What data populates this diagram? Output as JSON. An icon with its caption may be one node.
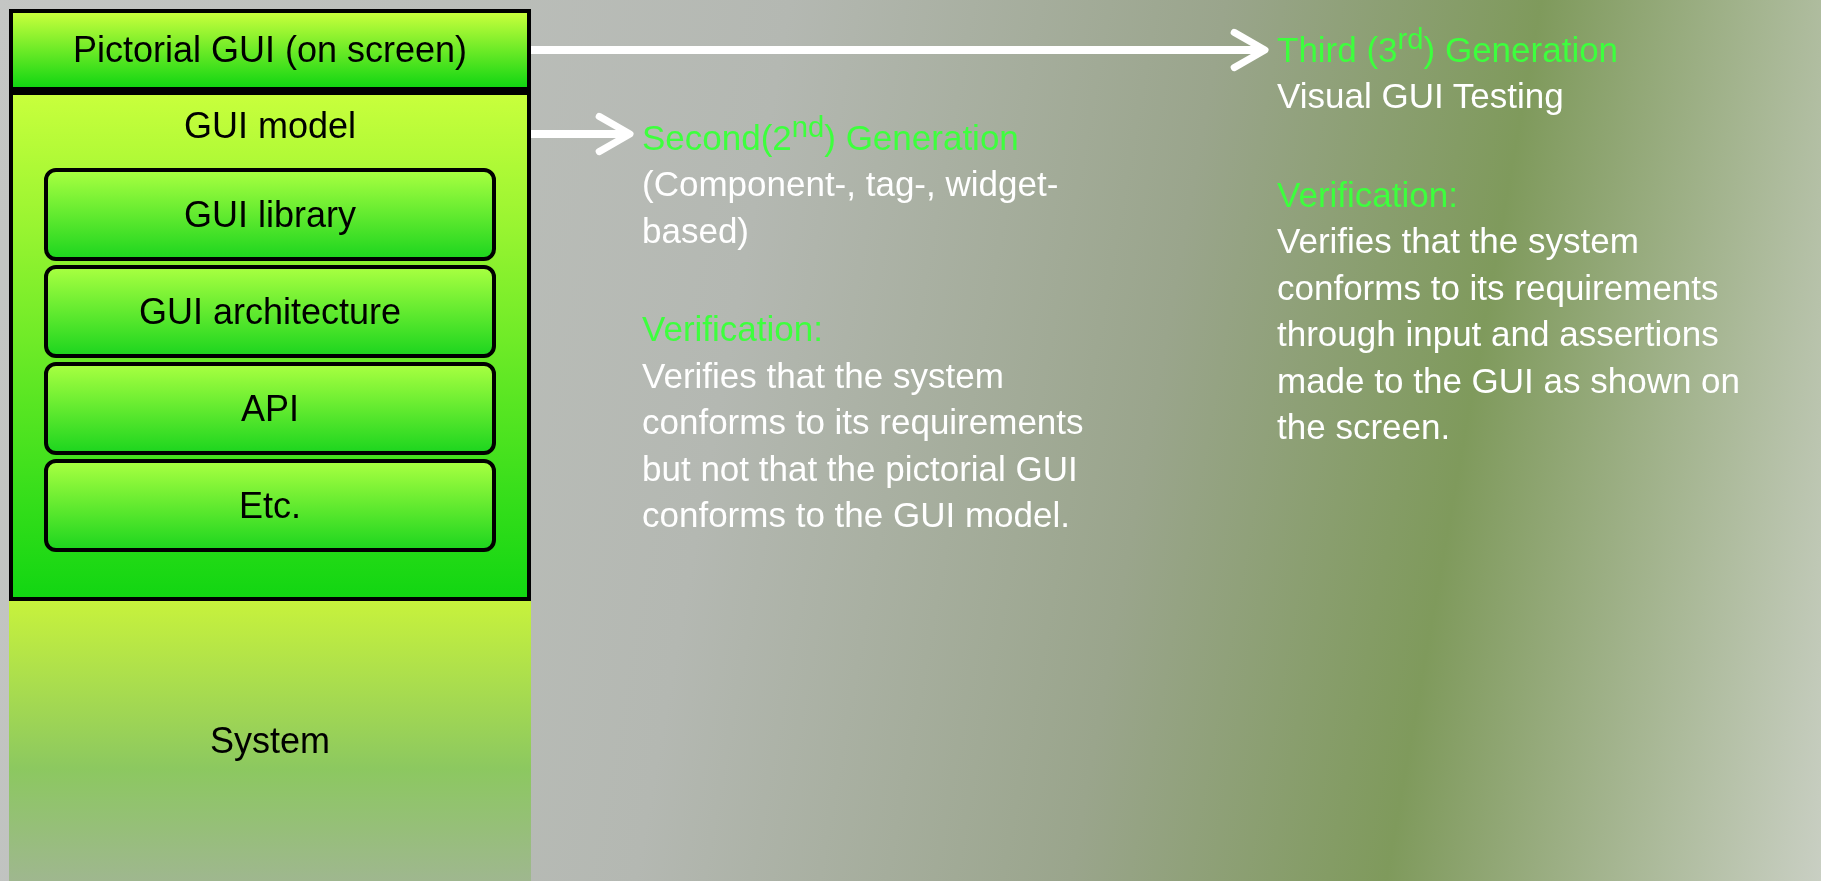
{
  "diagram": {
    "nodes": [
      {
        "text": [
          "Pictorial GUI (on screen)"
        ]
      },
      {
        "text": [
          "GUI model"
        ]
      },
      {
        "text": [
          "GUI library"
        ],
        "in": 1
      },
      {
        "text": [
          "GUI architecture"
        ],
        "in": 1
      },
      {
        "text": [
          "API"
        ],
        "in": 1
      },
      {
        "text": [
          "Etc."
        ],
        "in": 1
      },
      {
        "text": [
          "System"
        ]
      },
      {
        "text": [
          "Second(2$^{nd}$) Generation",
          "(Component-, tag-, widget-based)",
          "Verification:",
          "Verifies that the system conforms to its requirements but not that the pictorial GUI conforms to the GUI model."
        ]
      },
      {
        "text": [
          "Third (3$^{rd}$) Generation",
          "Visual GUI Testing",
          "Verification:",
          "Verifies that the system conforms to its requirements through input and assertions made to the GUI as shown on the screen."
        ]
      }
    ],
    "edges": [
      {
        "from": 0,
        "to": 8,
        "arrow": "to"
      },
      {
        "from": 1,
        "to": 7,
        "arrow": "to"
      }
    ]
  }
}
